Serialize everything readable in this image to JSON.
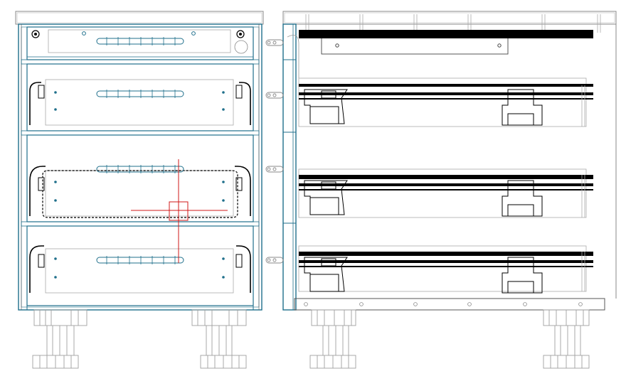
{
  "drawing": {
    "views": [
      "front-elevation",
      "side-section"
    ],
    "front_view": {
      "drawer_count": 4,
      "selected_drawer": 3,
      "handle_rail": "centered",
      "crosshair_cursor": true
    },
    "side_view": {
      "runner_count": 4,
      "runner_style": "full-extension"
    },
    "colors": {
      "line": "#1f6f8b",
      "grey": "#a0a0a0",
      "dark": "#000000",
      "cursor": "#d01818"
    }
  }
}
